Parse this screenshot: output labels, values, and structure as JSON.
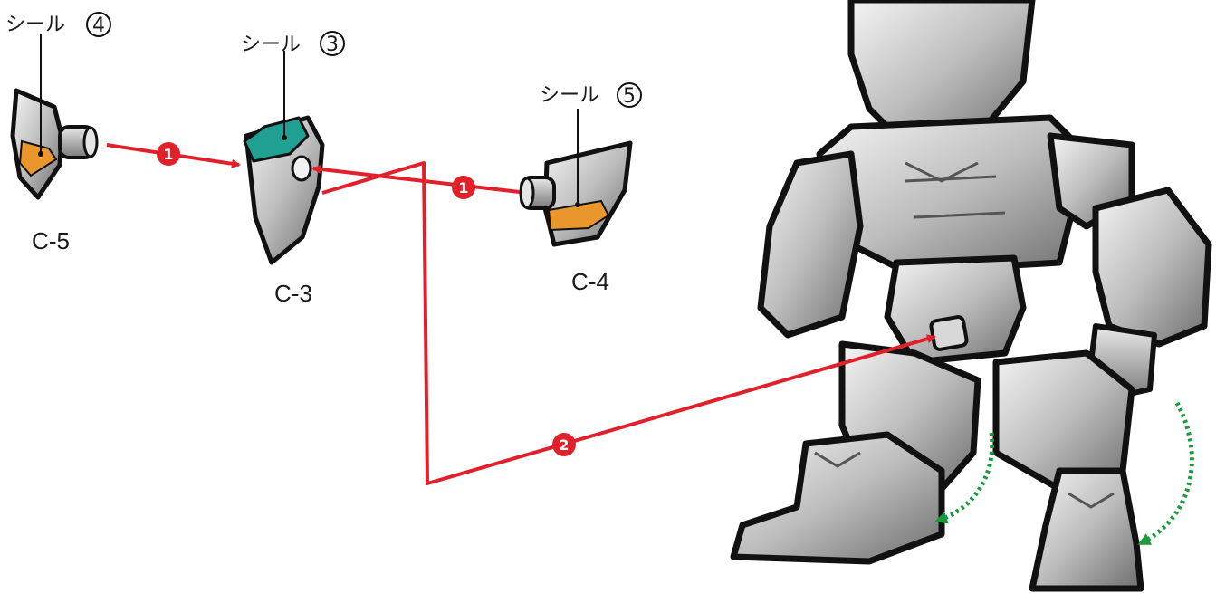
{
  "colors": {
    "arrow_red": "#e0202a",
    "rotate_green": "#1a9a3c",
    "sticker_orange": "#e9962c",
    "sticker_teal": "#1fa093",
    "part_gray": "#9a9a9a",
    "outline": "#111111"
  },
  "parts": [
    {
      "id": "C-5",
      "label": "C-5",
      "sticker": "シール④",
      "sticker_text": "シール",
      "sticker_num": "4"
    },
    {
      "id": "C-3",
      "label": "C-3",
      "sticker": "シール③",
      "sticker_text": "シール",
      "sticker_num": "3"
    },
    {
      "id": "C-4",
      "label": "C-4",
      "sticker": "シール⑤",
      "sticker_text": "シール",
      "sticker_num": "5"
    }
  ],
  "steps": [
    {
      "number": "1",
      "description_icon": "step-1-badge"
    },
    {
      "number": "1",
      "description_icon": "step-1-badge"
    },
    {
      "number": "2",
      "description_icon": "step-2-badge"
    }
  ],
  "figure": {
    "icon": "robot-figure",
    "rotation_hint_icon": "rotate-arrow-icon"
  }
}
